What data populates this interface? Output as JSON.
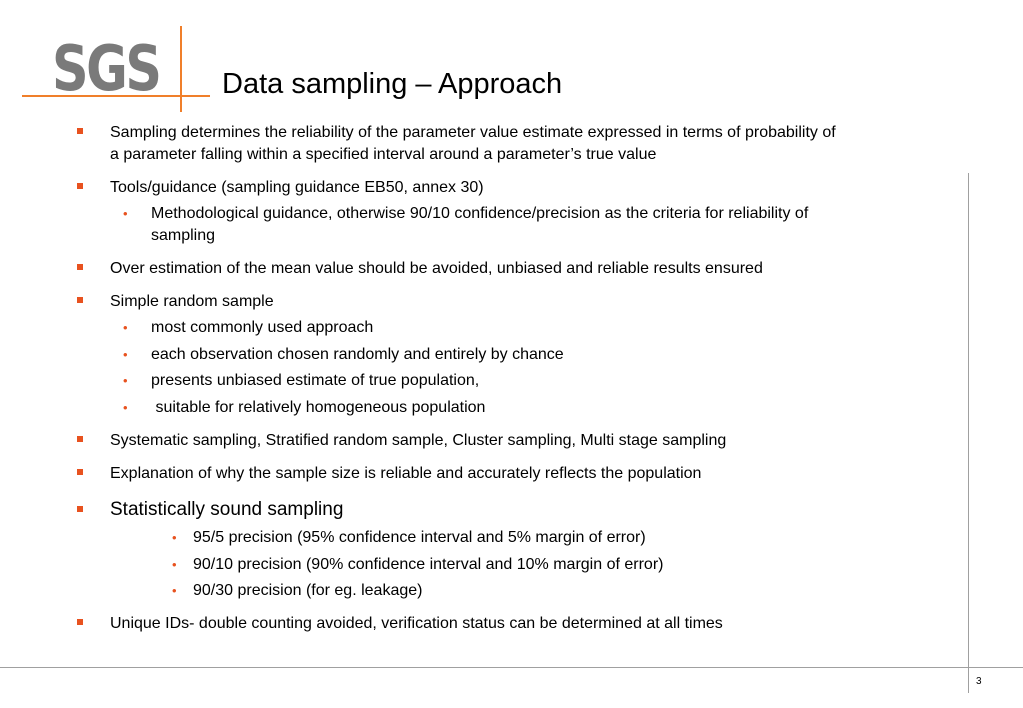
{
  "logo": {
    "text": "SGS"
  },
  "title": "Data sampling – Approach",
  "page_number": "3",
  "colors": {
    "accent": "#e8521f",
    "logo_gray": "#7a7a7a",
    "logo_line": "#f07f2a",
    "rule": "#a0a0a0"
  },
  "bullets": {
    "b1": "Sampling determines the reliability of the parameter value estimate expressed in terms of probability of",
    "b1_cont": "a parameter falling within a specified interval around a parameter’s true value",
    "b2": "Tools/guidance (sampling guidance EB50, annex 30)",
    "b2_s1": "Methodological guidance, otherwise 90/10 confidence/precision as the criteria for reliability of",
    "b2_s1_cont": "sampling",
    "b3": "Over estimation of the mean value should be avoided, unbiased and reliable results ensured",
    "b4": "Simple random sample",
    "b4_s1": "most commonly used approach",
    "b4_s2": "each observation chosen randomly and entirely by chance",
    "b4_s3": "presents unbiased estimate of true population,",
    "b4_s4": " suitable for relatively homogeneous population",
    "b5": "Systematic sampling, Stratified random sample, Cluster sampling, Multi stage sampling",
    "b6": "Explanation of why the sample size is reliable and accurately reflects the population",
    "b7": "Statistically sound sampling",
    "b7_s1": "95/5 precision (95% confidence interval and 5% margin of error)",
    "b7_s2": "90/10 precision (90% confidence interval and 10% margin of error)",
    "b7_s3": "90/30 precision (for eg. leakage)",
    "b8": "Unique IDs- double counting avoided, verification status can be determined at all times"
  },
  "sub_marker": "•"
}
